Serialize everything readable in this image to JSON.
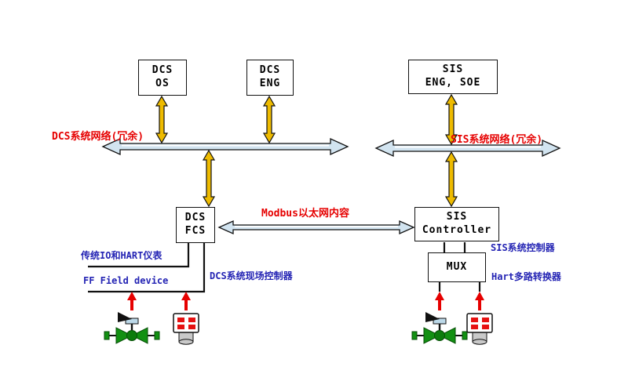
{
  "nodes": {
    "dcs_os": {
      "line1": "DCS",
      "line2": "OS"
    },
    "dcs_eng": {
      "line1": "DCS",
      "line2": "ENG"
    },
    "sis_eng_soe": {
      "line1": "SIS",
      "line2": "ENG, SOE"
    },
    "dcs_fcs": {
      "line1": "DCS",
      "line2": "FCS"
    },
    "sis_controller": {
      "line1": "SIS",
      "line2": "Controller"
    },
    "mux": {
      "label": "MUX"
    }
  },
  "labels": {
    "dcs_network": "DCS系统网络(冗余)",
    "sis_network": "SIS系统网络(冗余)",
    "modbus_link": "Modbus以太网内容",
    "legacy_io": "传统IO和HART仪表",
    "ff_field": "FF Field device",
    "dcs_field_controller": "DCS系统现场控制器",
    "sis_system_controller": "SIS系统控制器",
    "hart_mux": "Hart多路转换器"
  },
  "colors": {
    "label_red": "#e60000",
    "label_blue": "#2424b4",
    "bus_fill": "#d2e4f0",
    "connector_yellow": "#eebb00",
    "valve_green": "#129012",
    "arrow_red": "#e60000"
  }
}
